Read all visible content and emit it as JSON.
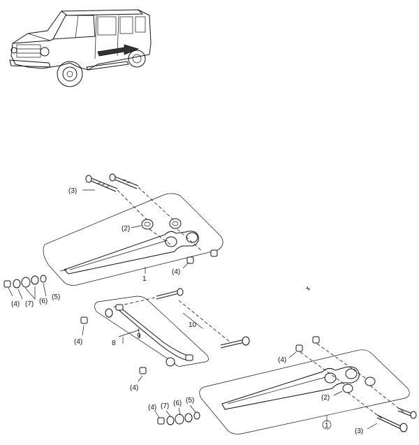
{
  "callouts": {
    "c3_top": "(3)",
    "c2_top": "(2)",
    "c1_top": "1",
    "c4_top": "(4)",
    "c4_left": "(4)",
    "c7_left": "(7)",
    "c6_left": "(6)",
    "c5_left": "(5)",
    "c10": "10",
    "c4_mid": "(4)",
    "c8": "8",
    "c9": "9",
    "c4_lower": "(4)",
    "c4_right": "(4)",
    "c2_bottom": "(2)",
    "c1_bottom": "1",
    "c3_bottom": "(3)",
    "c4_bl": "(4)",
    "c7_bl": "(7)",
    "c6_bl": "(6)",
    "c5_bl": "(5)"
  }
}
